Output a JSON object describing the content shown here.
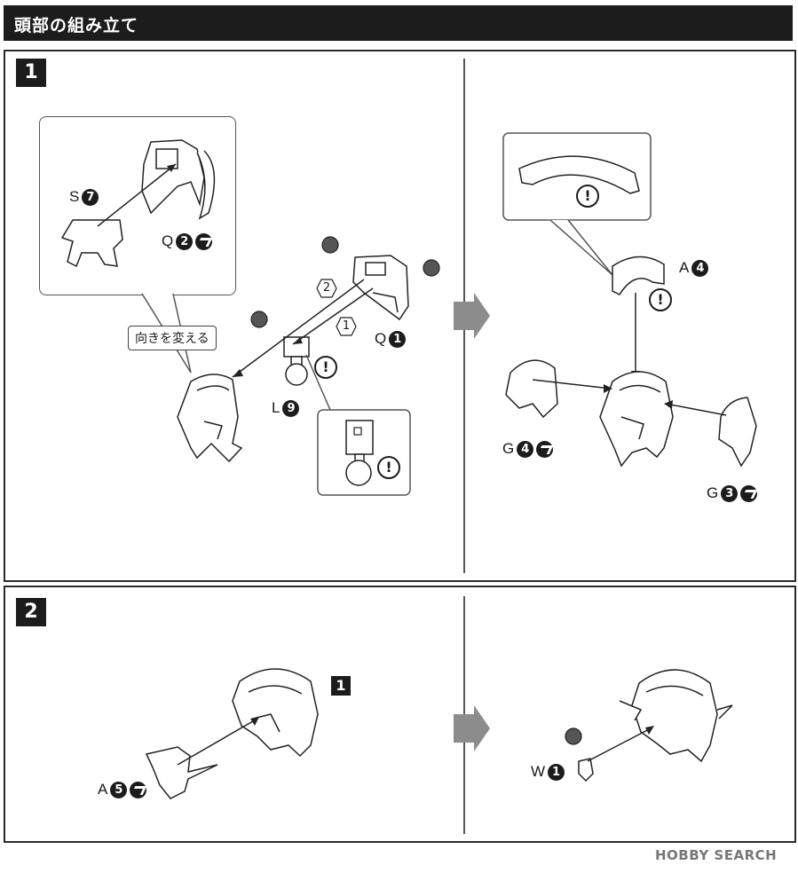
{
  "header": {
    "title": "頭部の組み立て"
  },
  "steps": [
    {
      "number": "1",
      "left": {
        "callout_part": {
          "letter": "S",
          "num": "7"
        },
        "callout_part2": {
          "letter": "Q",
          "num": "2",
          "cut": true
        },
        "tag": "向きを変える",
        "order_labels": [
          "2",
          "1"
        ],
        "part_q": {
          "letter": "Q",
          "num": "1"
        },
        "part_l": {
          "letter": "L",
          "num": "9"
        },
        "caution": "!"
      },
      "right": {
        "part_a": {
          "letter": "A",
          "num": "4"
        },
        "part_g4": {
          "letter": "G",
          "num": "4",
          "cut": true
        },
        "part_g3": {
          "letter": "G",
          "num": "3",
          "cut": true
        },
        "caution": "!"
      }
    },
    {
      "number": "2",
      "left": {
        "ref_step": "1",
        "part_a": {
          "letter": "A",
          "num": "5",
          "cut": true
        }
      },
      "right": {
        "part_w": {
          "letter": "W",
          "num": "1"
        }
      }
    }
  ],
  "watermark": "HOBBY SEARCH",
  "icons": [
    "cut-icon",
    "caution-icon",
    "next-arrow-icon",
    "glue-drop-icon"
  ]
}
